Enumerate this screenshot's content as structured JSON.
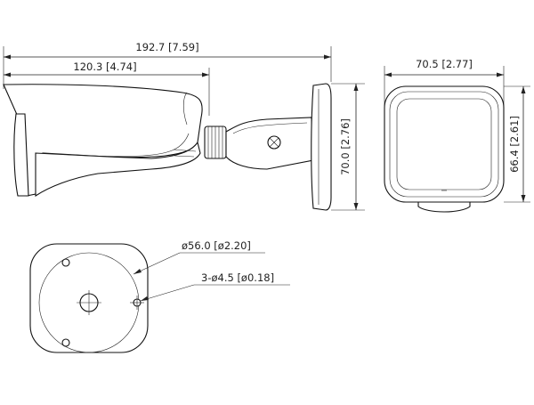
{
  "dimensions": {
    "overall_length": "192.7 [7.59]",
    "body_length": "120.3 [4.74]",
    "side_height": "70.0 [2.76]",
    "front_width": "70.5 [2.77]",
    "front_height": "66.4 [2.61]",
    "base_diameter": "ø56.0 [ø2.20]",
    "mount_holes": "3-ø4.5 [ø0.18]"
  },
  "colors": {
    "line": "#222222",
    "background": "#ffffff"
  }
}
